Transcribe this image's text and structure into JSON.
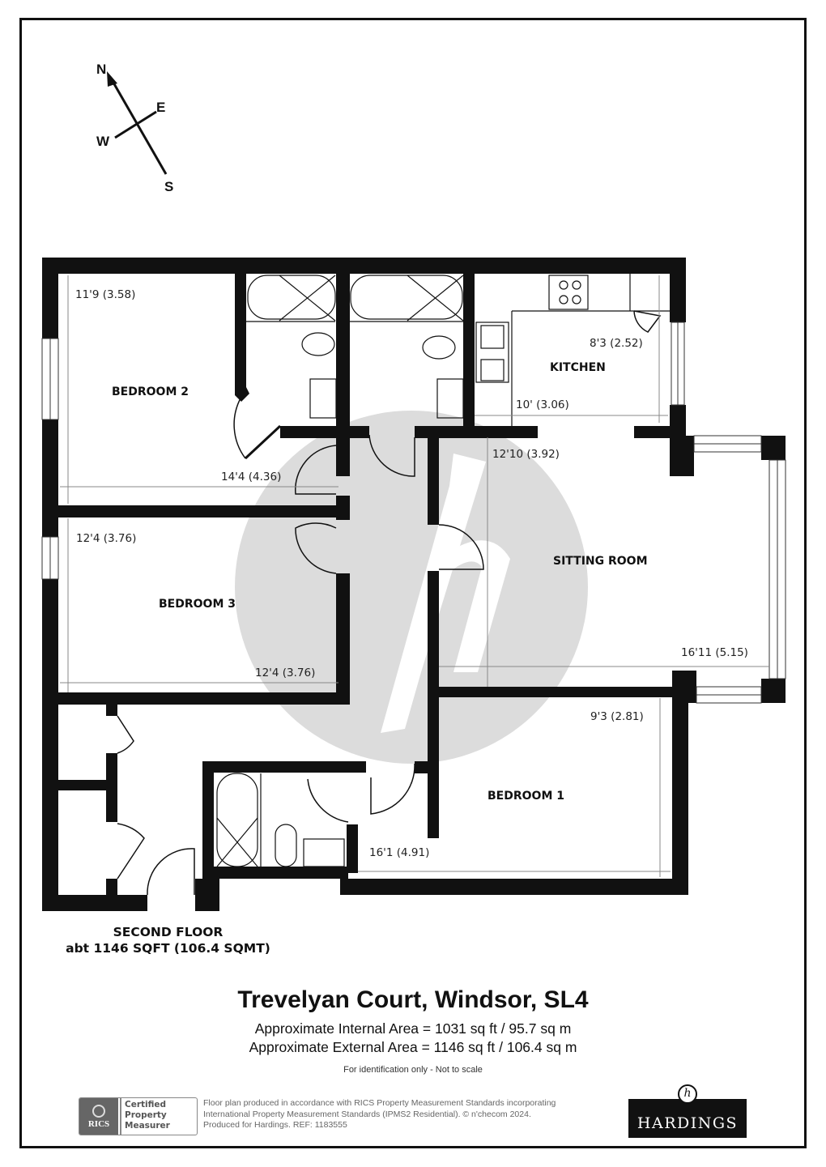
{
  "compass": {
    "north": "N",
    "south": "S",
    "east": "E",
    "west": "W"
  },
  "rooms": {
    "bedroom2": {
      "label": "BEDROOM 2",
      "dim_height": "11'9 (3.58)",
      "dim_width": "14'4 (4.36)"
    },
    "bedroom3": {
      "label": "BEDROOM 3",
      "dim_height": "12'4 (3.76)",
      "dim_width": "12'4 (3.76)"
    },
    "kitchen": {
      "label": "KITCHEN",
      "dim_height": "8'3 (2.52)",
      "dim_width": "10' (3.06)"
    },
    "sitting_room": {
      "label": "SITTING ROOM",
      "dim_height": "12'10 (3.92)",
      "dim_width": "16'11 (5.15)"
    },
    "bedroom1": {
      "label": "BEDROOM 1",
      "dim_height": "9'3 (2.81)",
      "dim_width": "16'1 (4.91)"
    }
  },
  "floor": {
    "name": "SECOND FLOOR",
    "area": "abt 1146 SQFT (106.4 SQMT)"
  },
  "property": {
    "title": "Trevelyan Court, Windsor, SL4",
    "internal_area": "Approximate Internal Area = 1031 sq ft / 95.7 sq m",
    "external_area": "Approximate External Area = 1146 sq ft / 106.4 sq m",
    "note": "For identification only - Not to scale"
  },
  "footer": {
    "rics_badge": {
      "brand": "RICS",
      "line1": "Certified",
      "line2": "Property",
      "line3": "Measurer"
    },
    "legal_line1": "Floor plan produced in accordance with RICS Property Measurement Standards incorporating",
    "legal_line2": "International Property Measurement Standards (IPMS2 Residential).   © n'checom 2024.",
    "legal_line3": "Produced for Hardings.   REF:  1183555",
    "agent_logo": "HARDINGS",
    "agent_mark": "h"
  },
  "colors": {
    "wall": "#111111",
    "watermark": "#dcdcdc",
    "dimension_line": "#888888"
  }
}
